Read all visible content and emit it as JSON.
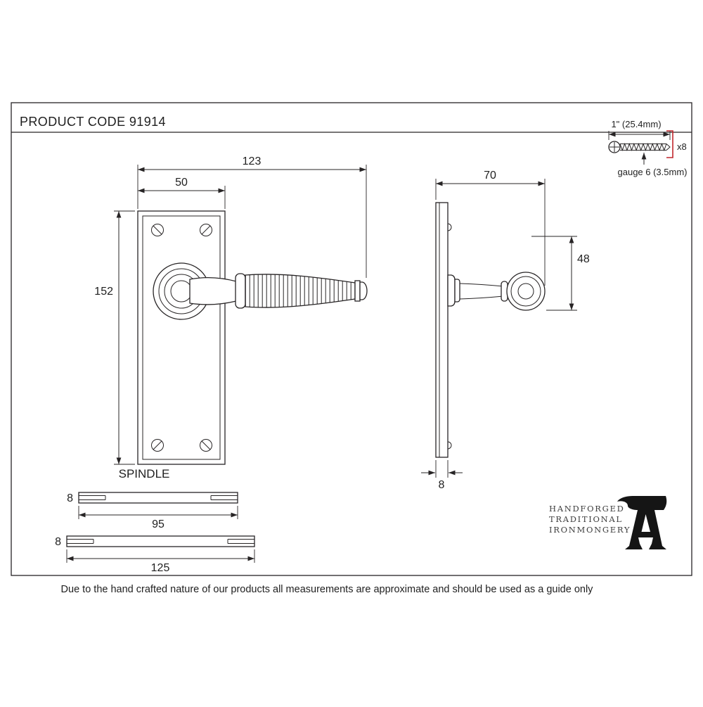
{
  "colors": {
    "line": "#272425",
    "accent_red": "#c1272d"
  },
  "header": {
    "product_code": "PRODUCT CODE 91914"
  },
  "screw_detail": {
    "length": "1\" (25.4mm)",
    "quantity": "x8",
    "gauge": "gauge 6 (3.5mm)"
  },
  "front_view": {
    "lever_length": "123",
    "plate_width": "50",
    "plate_height": "152"
  },
  "side_view": {
    "projection": "70",
    "drop": "48",
    "plate_thickness": "8"
  },
  "spindle": {
    "title": "SPINDLE"
  },
  "spindles": [
    {
      "thickness": "8",
      "length": "95"
    },
    {
      "thickness": "8",
      "length": "125"
    }
  ],
  "brand": {
    "line1": "HANDFORGED",
    "line2": "TRADITIONAL",
    "line3": "IRONMONGERY"
  },
  "footer": {
    "disclaimer": "Due to the hand crafted nature of our products all measurements are approximate and should be used as a guide only"
  }
}
